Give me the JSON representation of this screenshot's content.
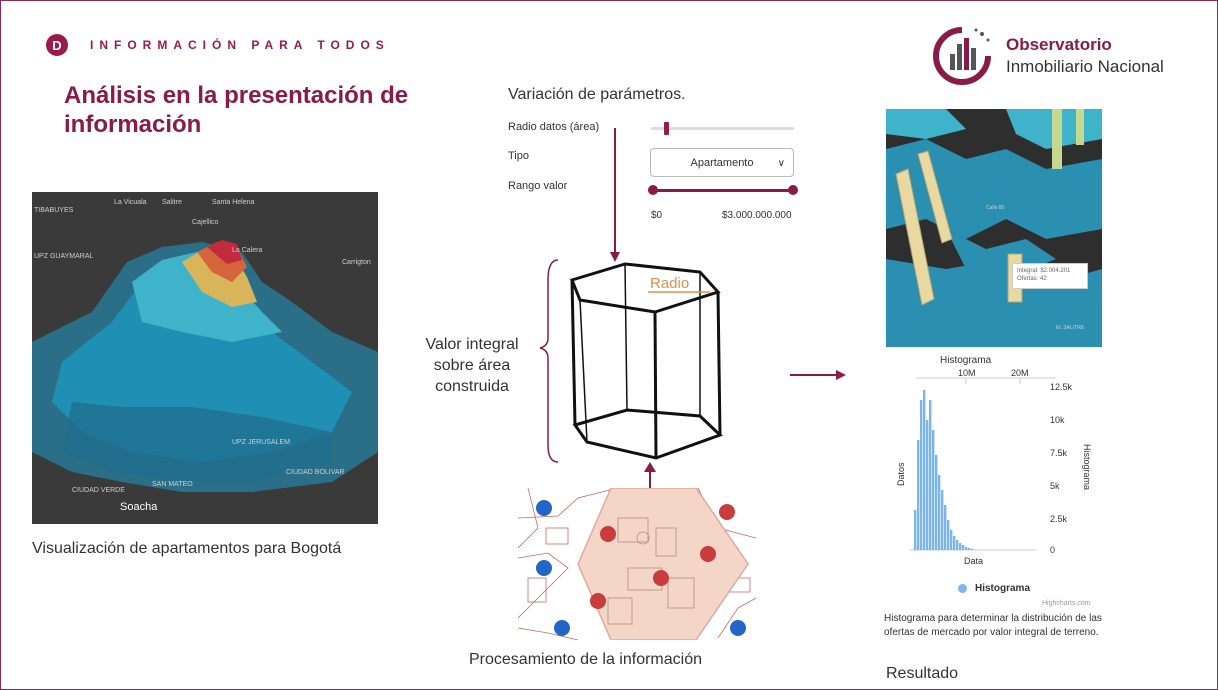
{
  "header": {
    "brand_text": "INFORMACIÓN PARA TODOS",
    "logo_letter": "D"
  },
  "title": {
    "line1": "Análisis en la presentación de",
    "line2": "información"
  },
  "observatorio": {
    "line1": "Observatorio",
    "line2": "Inmobiliario Nacional"
  },
  "left_map": {
    "caption": "Visualización de apartamentos para Bogotá",
    "labels": [
      "Soacha",
      "La Calera",
      "Salitre",
      "Santa Helena",
      "Cajellico",
      "Carrigton",
      "TIBABUYES",
      "UPZ GUAYMARAL",
      "La Vicuala",
      "UPZ JERUSALEM",
      "CIUDAD BOLIVAR",
      "CIUDAD VERDE",
      "SAN MATEO"
    ]
  },
  "parameters": {
    "title": "Variación de parámetros.",
    "radio_label": "Radio datos (área)",
    "tipo_label": "Tipo",
    "tipo_value": "Apartamento",
    "rango_label": "Rango valor",
    "rango_min": "$0",
    "rango_max": "$3.000.000.000"
  },
  "hexagon": {
    "radio_label": "Radio",
    "label_line1": "Valor integral",
    "label_line2": "sobre área",
    "label_line3": "construida"
  },
  "processing": {
    "caption": "Procesamiento de la información"
  },
  "right_map": {
    "tooltip_line1": "Integral: $2.004.201",
    "tooltip_line2": "Ofertas: 42"
  },
  "histogram": {
    "title": "Histograma",
    "top_ticks": [
      "10M",
      "20M"
    ],
    "right_ticks": [
      "12.5k",
      "10k",
      "7.5k",
      "5k",
      "2.5k",
      "0"
    ],
    "y_label": "Datos",
    "right_label": "Histograma",
    "x_label": "Data",
    "legend": "Histograma",
    "credits": "Highcharts.com",
    "caption": "Histograma para determinar la distribución de las ofertas de mercado por valor integral de terreno.",
    "result": "Resultado"
  },
  "colors": {
    "accent": "#8c1a46",
    "hist_bar": "#7cb5ec",
    "map_bg": "#3a3a3a"
  }
}
